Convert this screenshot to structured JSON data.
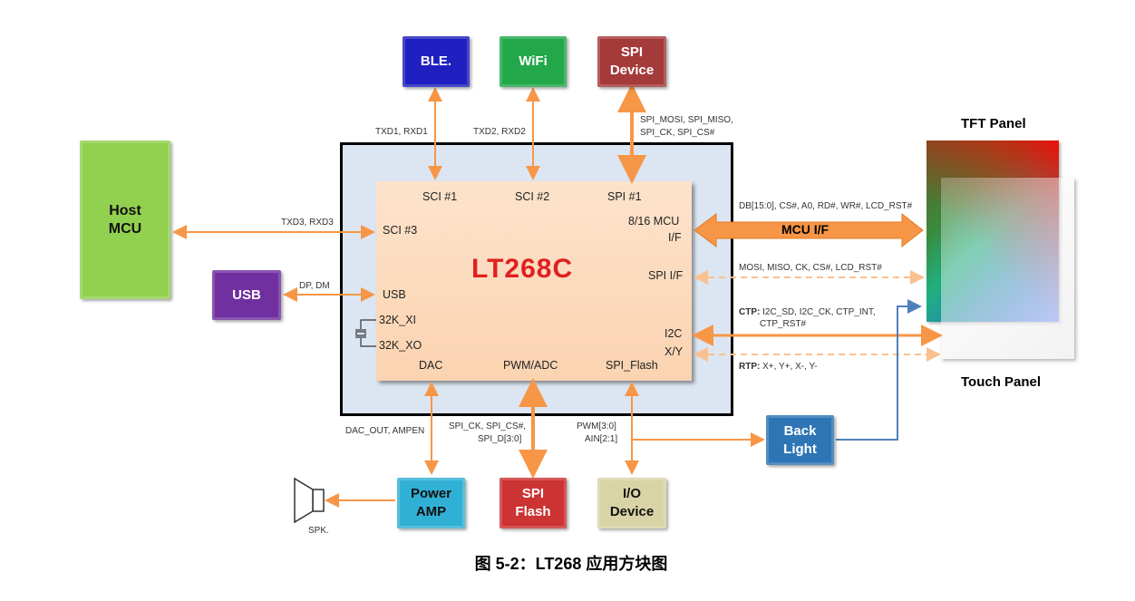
{
  "chip": {
    "name": "LT268C",
    "pins": {
      "sci1": "SCI #1",
      "sci2": "SCI #2",
      "spi1": "SPI #1",
      "sci3": "SCI #3",
      "mcu_if": "8/16 MCU",
      "mcu_if2": "I/F",
      "spi_if": "SPI I/F",
      "usb": "USB",
      "xi": "32K_XI",
      "xo": "32K_XO",
      "i2c": "I2C",
      "xy": "X/Y",
      "dac": "DAC",
      "pwm_adc": "PWM/ADC",
      "spi_flash": "SPI_Flash"
    }
  },
  "blocks": {
    "ble": "BLE.",
    "wifi": "WiFi",
    "spi_device_1": "SPI",
    "spi_device_2": "Device",
    "host_1": "Host",
    "host_2": "MCU",
    "usb": "USB",
    "tft_panel": "TFT Panel",
    "touch_panel": "Touch Panel",
    "backlight_1": "Back",
    "backlight_2": "Light",
    "power_amp_1": "Power",
    "power_amp_2": "AMP",
    "spi_flash_1": "SPI",
    "spi_flash_2": "Flash",
    "io_1": "I/O",
    "io_2": "Device",
    "speaker": "SPK."
  },
  "signals": {
    "txd1": "TXD1, RXD1",
    "txd2": "TXD2, RXD2",
    "spi_dev_1": "SPI_MOSI, SPI_MISO,",
    "spi_dev_2": "SPI_CK, SPI_CS#",
    "txd3": "TXD3, RXD3",
    "usb": "DP, DM",
    "mcu_bus": "DB[15:0], CS#, A0, RD#, WR#, LCD_RST#",
    "mcu_if_label": "MCU I/F",
    "spi_bus": "MOSI, MISO, CK, CS#, LCD_RST#",
    "ctp_key": "CTP:",
    "ctp_1": "I2C_SD, I2C_CK, CTP_INT,",
    "ctp_2": "CTP_RST#",
    "rtp_key": "RTP:",
    "rtp": "X+, Y+, X-, Y-",
    "dac": "DAC_OUT, AMPEN",
    "flash_1": "SPI_CK, SPI_CS#,",
    "flash_2": "SPI_D[3:0]",
    "pwm": "PWM[3:0]",
    "ain": "AIN[2:1]"
  },
  "caption": "图 5-2：LT268 应用方块图"
}
